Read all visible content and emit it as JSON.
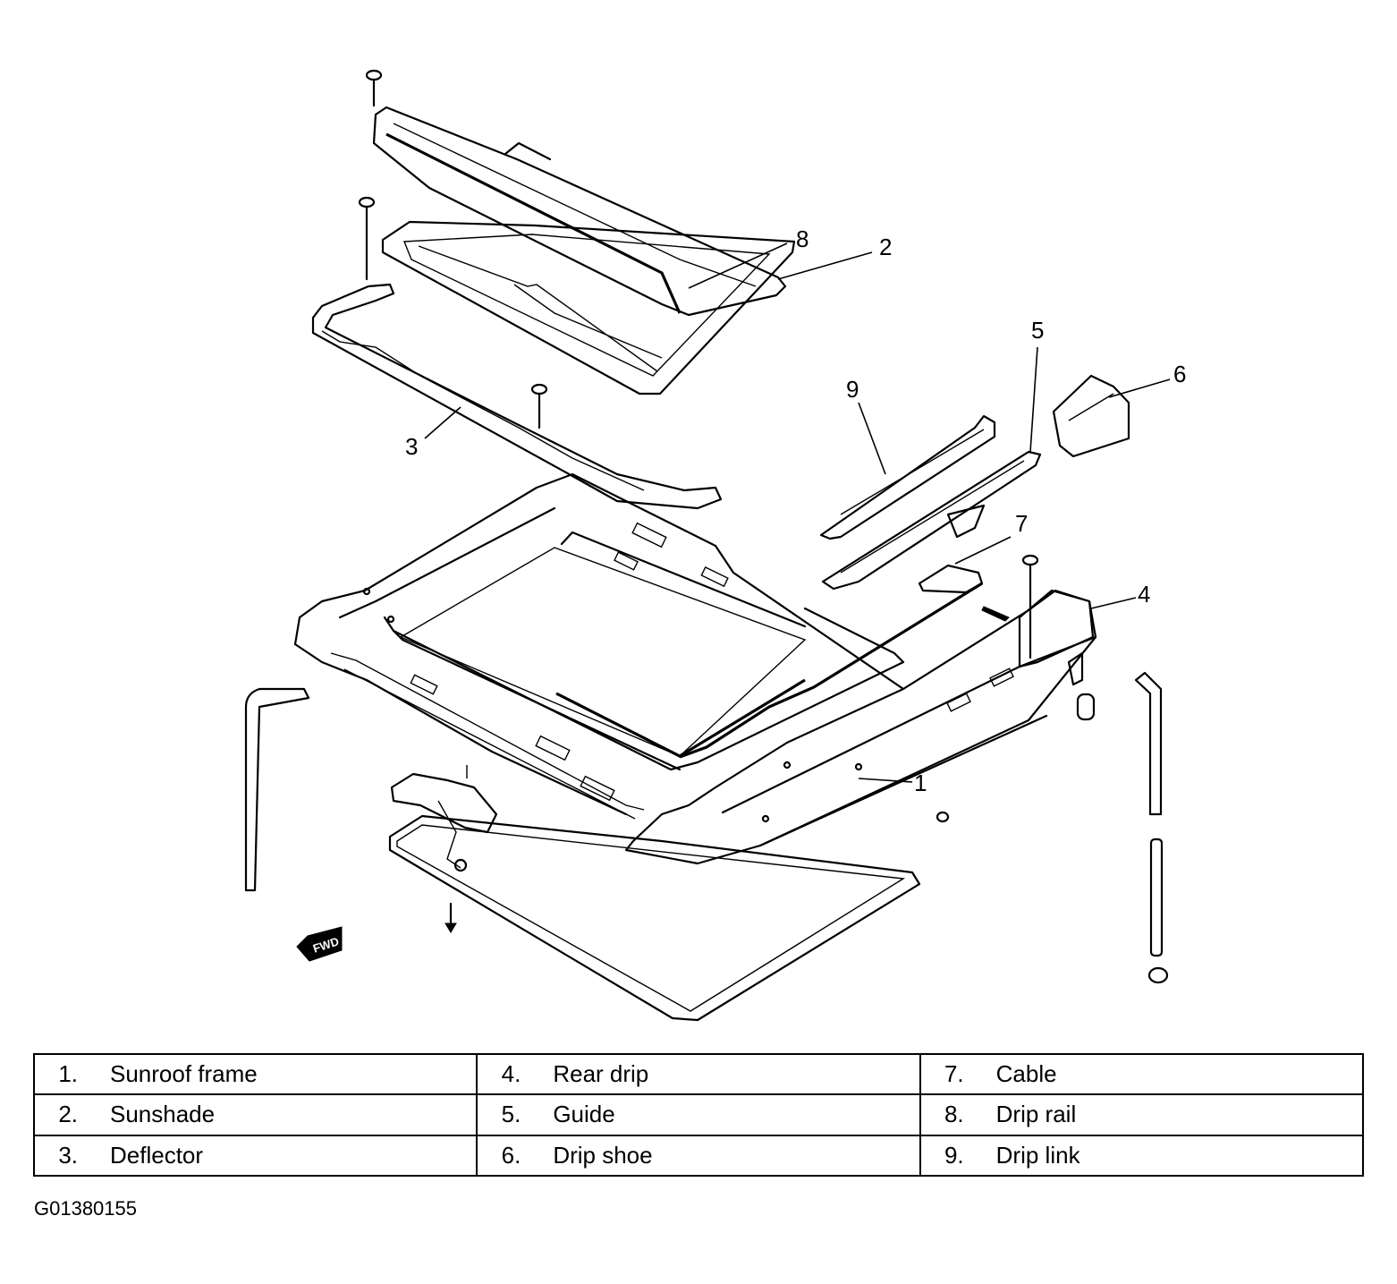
{
  "callouts": {
    "c1": "1",
    "c2": "2",
    "c3": "3",
    "c4": "4",
    "c5": "5",
    "c6": "6",
    "c7": "7",
    "c8": "8",
    "c9": "9"
  },
  "fwd_label": "FWD",
  "legend": {
    "rows": [
      [
        {
          "num": "1.",
          "label": "Sunroof frame"
        },
        {
          "num": "4.",
          "label": "Rear drip"
        },
        {
          "num": "7.",
          "label": "Cable"
        }
      ],
      [
        {
          "num": "2.",
          "label": "Sunshade"
        },
        {
          "num": "5.",
          "label": "Guide"
        },
        {
          "num": "8.",
          "label": "Drip rail"
        }
      ],
      [
        {
          "num": "3.",
          "label": "Deflector"
        },
        {
          "num": "6.",
          "label": "Drip shoe"
        },
        {
          "num": "9.",
          "label": "Drip link"
        }
      ]
    ]
  },
  "figure_id": "G01380155"
}
